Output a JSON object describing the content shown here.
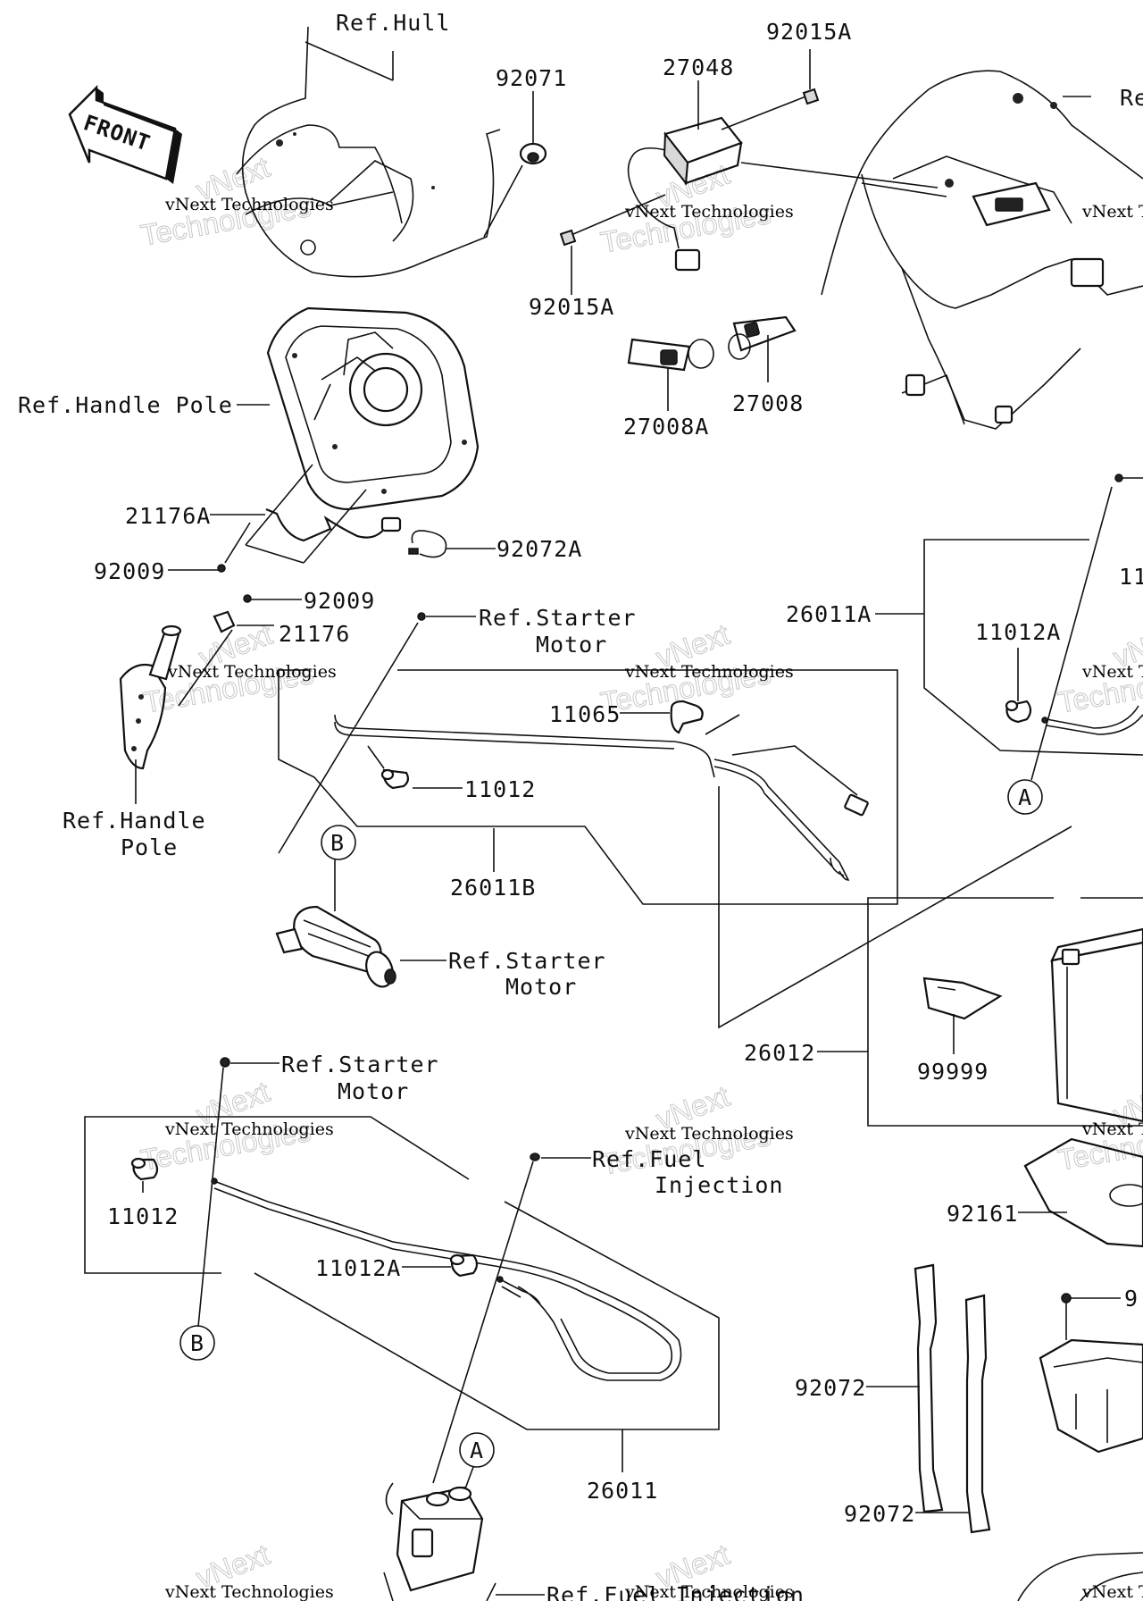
{
  "front_badge": "FRONT",
  "parts": {
    "ref_hull": "Ref.Hull",
    "p92071": "92071",
    "p27048": "27048",
    "p92015A_top": "92015A",
    "p92015A_bottom": "92015A",
    "ref_re": "Re",
    "p27008A": "27008A",
    "p27008": "27008",
    "ref_handle_pole_top": "Ref.Handle Pole",
    "p21176A": "21176A",
    "p92009_a": "92009",
    "p92072A": "92072A",
    "p92009_b": "92009",
    "p21176": "21176",
    "ref_starter_motor_1a": "Ref.Starter",
    "ref_starter_motor_1b": "Motor",
    "ref_handle_pole_2a": "Ref.Handle",
    "ref_handle_pole_2b": "Pole",
    "p11065": "11065",
    "p11012_a": "11012",
    "callout_b_top": "B",
    "p26011B": "26011B",
    "ref_starter_motor_2a": "Ref.Starter",
    "ref_starter_motor_2b": "Motor",
    "p26011A": "26011A",
    "p11012A_right": "11012A",
    "p11_cut": "11",
    "callout_a_right": "A",
    "p26012": "26012",
    "p99999": "99999",
    "ref_starter_motor_3a": "Ref.Starter",
    "ref_starter_motor_3b": "Motor",
    "ref_fuel_injection_1a": "Ref.Fuel",
    "ref_fuel_injection_1b": "Injection",
    "p11012_b": "11012",
    "p11012A_left": "11012A",
    "callout_b_bottom": "B",
    "p92161": "92161",
    "p9_cut": "9",
    "p92072_a": "92072",
    "p92072_b": "92072",
    "callout_a_bottom": "A",
    "p26011": "26011",
    "ref_fuel_injection_2": "Ref.Fuel Injection"
  },
  "watermark": {
    "line1": "vNext",
    "line2": "vNext Technologies",
    "line3": "Technologies"
  }
}
